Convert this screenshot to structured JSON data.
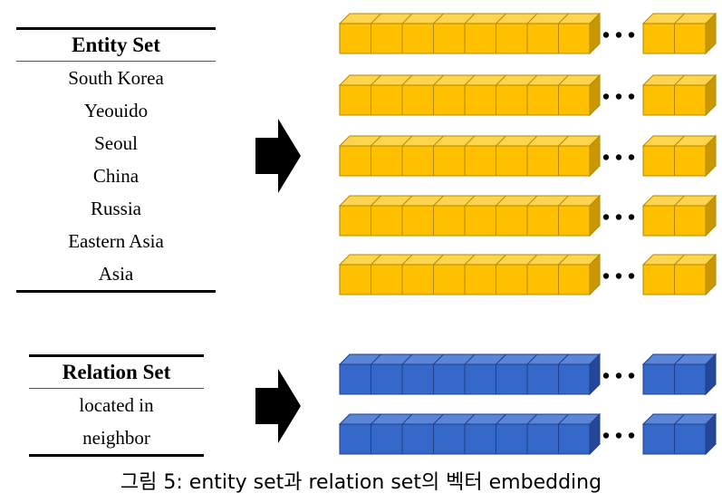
{
  "entity_set": {
    "title": "Entity Set",
    "items": [
      "South Korea",
      "Yeouido",
      "Seoul",
      "China",
      "Russia",
      "Eastern Asia",
      "Asia"
    ]
  },
  "relation_set": {
    "title": "Relation Set",
    "items": [
      "located in",
      "neighbor"
    ]
  },
  "vectors": {
    "entity_color": {
      "front": "#FFC000",
      "top": "#FFD54F",
      "side": "#C99700",
      "stroke": "#B58900"
    },
    "relation_color": {
      "front": "#3568C8",
      "top": "#5B86D8",
      "side": "#24479A",
      "stroke": "#1F3F8A"
    },
    "ellipsis_icon": "ellipsis-icon"
  },
  "caption": "그림 5: entity set과 relation set의 벡터 embedding"
}
